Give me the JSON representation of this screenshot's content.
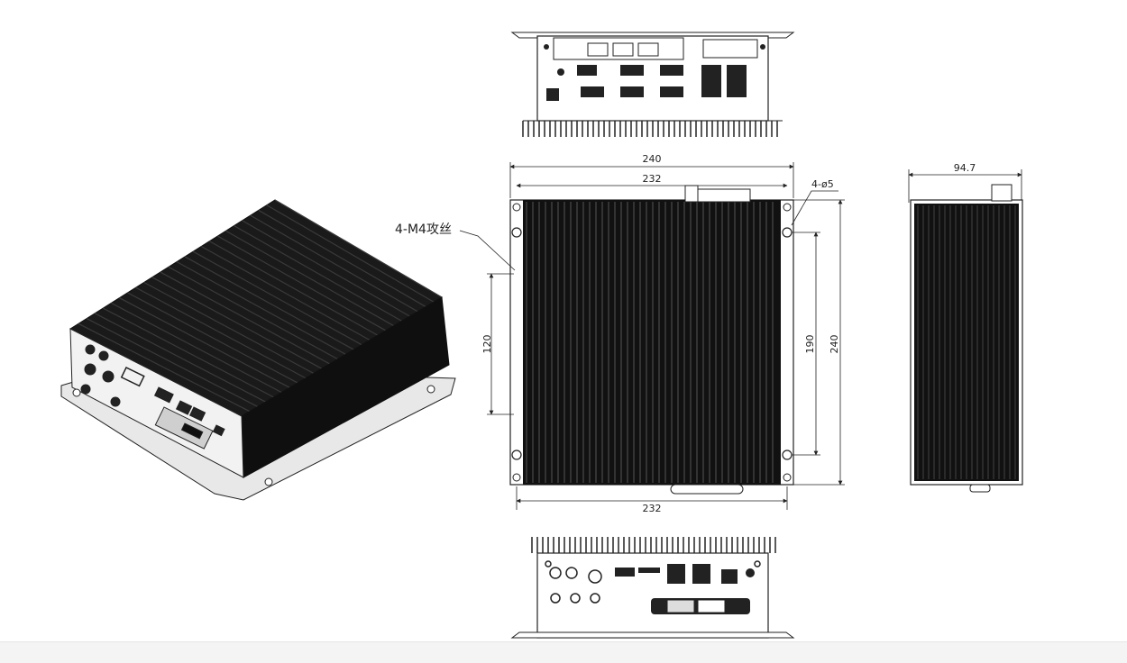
{
  "dimensions": {
    "overall_width": "240",
    "inner_width_top": "232",
    "inner_width_bottom": "232",
    "hole_spacing_left": "120",
    "hole_spacing_right": "190",
    "overall_height": "240",
    "depth": "94.7"
  },
  "callouts": {
    "tapped_holes": "4-M4攻丝",
    "mount_holes": "4-ø5"
  },
  "colors": {
    "line": "#222222",
    "device_body": "#151515",
    "background": "#ffffff"
  }
}
